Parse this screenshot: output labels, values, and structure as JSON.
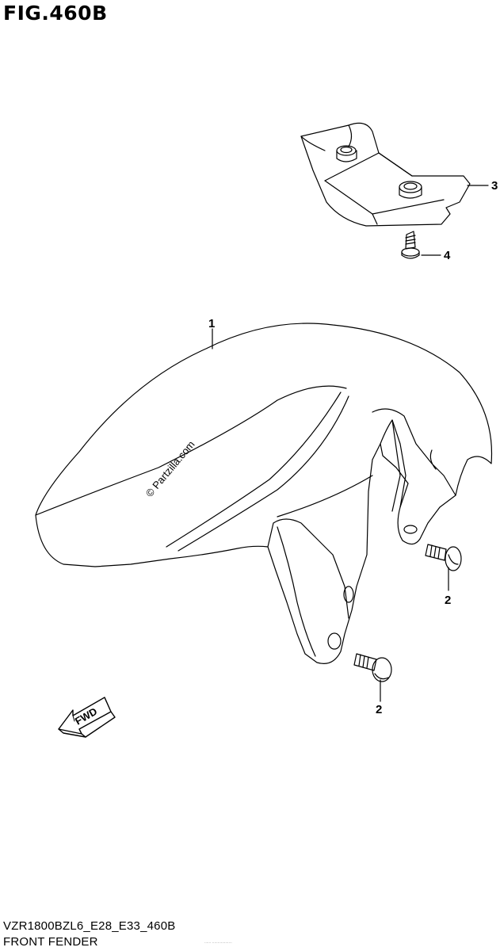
{
  "figure": {
    "title": "FIG.460B"
  },
  "callouts": [
    {
      "id": "1",
      "label": "1",
      "part": "front-fender"
    },
    {
      "id": "2a",
      "label": "2",
      "part": "screw-upper"
    },
    {
      "id": "2b",
      "label": "2",
      "part": "screw-lower"
    },
    {
      "id": "3",
      "label": "3",
      "part": "bracket"
    },
    {
      "id": "4",
      "label": "4",
      "part": "screw-bracket"
    }
  ],
  "watermark": "© Partzilla.com",
  "direction_arrow": {
    "label": "FWD",
    "icon": "fwd-arrow-icon"
  },
  "footer": {
    "code": "VZR1800BZL6_E28_E33_460B",
    "name": "FRONT FENDER",
    "micro_text": "......  .................."
  }
}
